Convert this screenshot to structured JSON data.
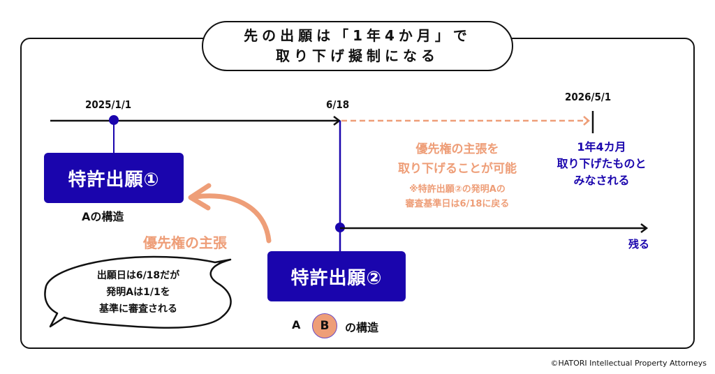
{
  "title": {
    "line1": "先の出願は「1年4か月」で",
    "line2": "取り下げ擬制になる"
  },
  "timeline": {
    "start_date": "2025/1/1",
    "priority_date": "6/18",
    "deadline_date": "2026/5/1"
  },
  "patent1": {
    "label": "特許出願①",
    "structure": "Aの構造"
  },
  "patent2": {
    "label": "特許出願②",
    "structure_prefix": "A",
    "structure_circled": "B",
    "structure_suffix": "の構造"
  },
  "priority_claim": {
    "label": "優先権の主張"
  },
  "withdrawal_note": {
    "line1": "優先権の主張を",
    "line2": "取り下げることが可能",
    "sub1": "※特許出願②の発明Aの",
    "sub2": "審査基準日は6/18に戻る"
  },
  "deadline_note": {
    "line1": "1年4カ月",
    "line2": "取り下げたものと",
    "line3": "みなされる"
  },
  "remains_label": "残る",
  "speech_bubble": {
    "line1": "出願日は6/18だが",
    "line2": "発明Aは1/1を",
    "line3": "基準に審査される"
  },
  "copyright": "©HATORI Intellectual Property Attorneys",
  "colors": {
    "navy": "#1a05ad",
    "orange": "#ee9e78",
    "black": "#111111"
  }
}
